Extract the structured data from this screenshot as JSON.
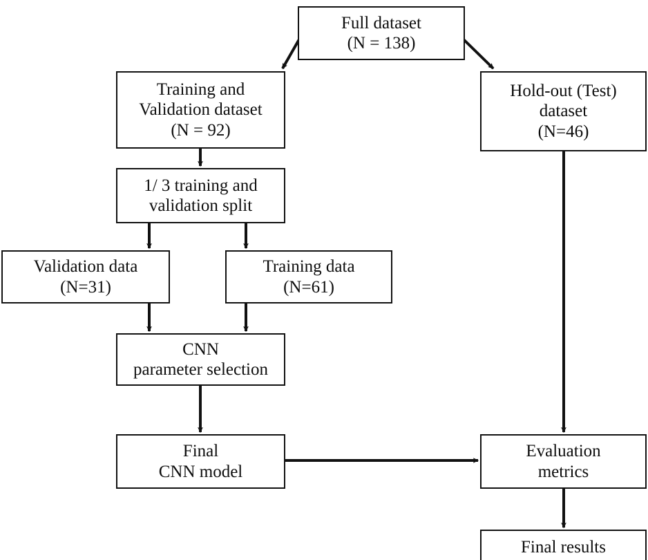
{
  "diagram": {
    "title": "CNN model development and evaluation flowchart",
    "type": "flowchart",
    "stroke_color": "#111111",
    "background_color": "#ffffff",
    "nodes": [
      {
        "id": "full_dataset",
        "lines": [
          "Full dataset",
          "(N = 138)"
        ]
      },
      {
        "id": "training_validation_dataset",
        "lines": [
          "Training and",
          "Validation dataset",
          "(N = 92)"
        ]
      },
      {
        "id": "holdout_test_dataset",
        "lines": [
          "Hold-out (Test)",
          "dataset",
          "(N=46)"
        ]
      },
      {
        "id": "split",
        "lines": [
          "1/ 3 training and",
          "validation split"
        ]
      },
      {
        "id": "validation_data",
        "lines": [
          "Validation data",
          "(N=31)"
        ]
      },
      {
        "id": "training_data",
        "lines": [
          "Training data",
          "(N=61)"
        ]
      },
      {
        "id": "cnn_parameter_selection",
        "lines": [
          "CNN",
          "parameter selection"
        ]
      },
      {
        "id": "final_cnn_model",
        "lines": [
          "Final",
          "CNN model"
        ]
      },
      {
        "id": "evaluation_metrics",
        "lines": [
          "Evaluation",
          "metrics"
        ]
      },
      {
        "id": "final_results",
        "lines": [
          "Final results"
        ]
      }
    ],
    "edges": [
      {
        "from": "full_dataset",
        "to": "training_validation_dataset",
        "style": "diagonal-arrow"
      },
      {
        "from": "full_dataset",
        "to": "holdout_test_dataset",
        "style": "diagonal-arrow"
      },
      {
        "from": "training_validation_dataset",
        "to": "split",
        "style": "vertical-arrow"
      },
      {
        "from": "split",
        "to": "validation_data",
        "style": "vertical-arrow"
      },
      {
        "from": "split",
        "to": "training_data",
        "style": "vertical-arrow"
      },
      {
        "from": "validation_data",
        "to": "cnn_parameter_selection",
        "style": "vertical-arrow"
      },
      {
        "from": "training_data",
        "to": "cnn_parameter_selection",
        "style": "vertical-arrow"
      },
      {
        "from": "cnn_parameter_selection",
        "to": "final_cnn_model",
        "style": "vertical-arrow"
      },
      {
        "from": "final_cnn_model",
        "to": "evaluation_metrics",
        "style": "horizontal-arrow"
      },
      {
        "from": "holdout_test_dataset",
        "to": "evaluation_metrics",
        "style": "vertical-arrow"
      },
      {
        "from": "evaluation_metrics",
        "to": "final_results",
        "style": "vertical-arrow"
      }
    ]
  }
}
